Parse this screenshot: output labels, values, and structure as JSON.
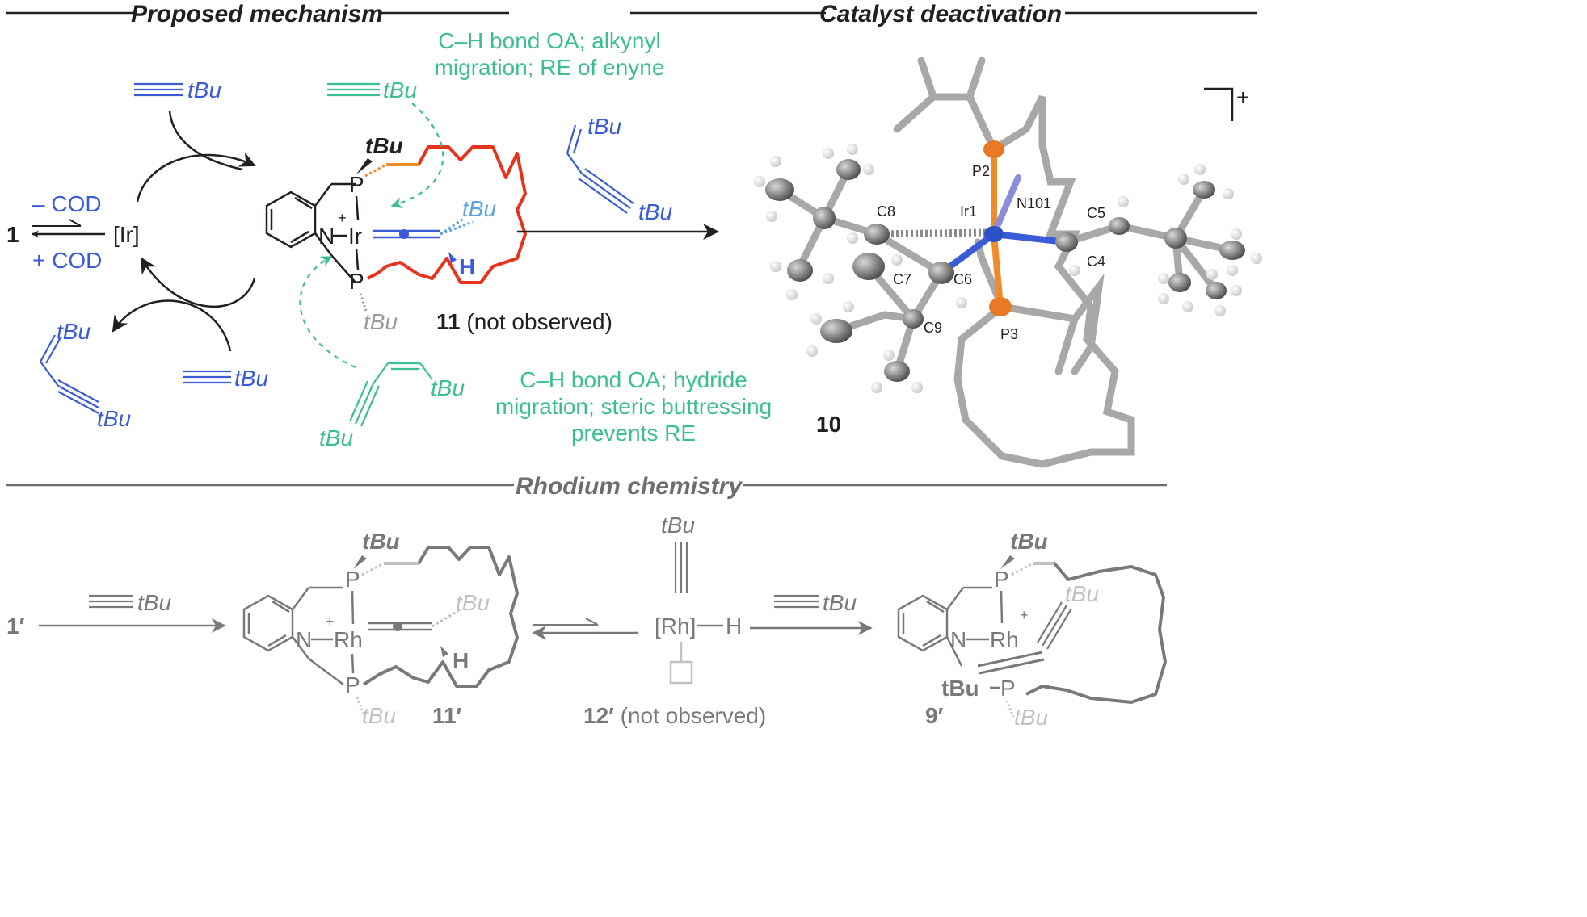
{
  "headers": {
    "proposed_mechanism": "Proposed mechanism",
    "catalyst_deactivation": "Catalyst deactivation",
    "rhodium_chemistry": "Rhodium chemistry"
  },
  "colors": {
    "black": "#231f20",
    "blue": "#3a5bd6",
    "light_blue": "#5aa4e6",
    "teal": "#3cbf8f",
    "red": "#e8331c",
    "orange": "#f08a2b",
    "grey": "#77797b",
    "light_grey": "#c0c1c2",
    "divider": "#6d6e70"
  },
  "cycle": {
    "compound_1": "1",
    "iridium": "[Ir]",
    "minus_cod": "– COD",
    "plus_cod": "+ COD",
    "alkyne_label_top": "tBu",
    "alkyne_label_bottom": "tBu",
    "enyne_label_top": "tBu",
    "enyne_label_bottom": "tBu"
  },
  "intermediate_11": {
    "p_top": "P",
    "p_bottom": "P",
    "n": "N",
    "metal": "Ir",
    "charge": "+",
    "tbu_top": "tBu",
    "tbu_bottom": "tBu",
    "tbu_alkyne": "tBu",
    "hydride": "H",
    "label_number": "11",
    "label_note": "(not observed)",
    "teal_alkyne_tbu": "tBu",
    "teal_enyne_tbu_top": "tBu",
    "teal_enyne_tbu_bottom": "tBu"
  },
  "annotations": {
    "top_line1": "C–H bond OA; alkynyl",
    "top_line2": "migration; RE of enyne",
    "bottom_line1": "C–H bond OA; hydride",
    "bottom_line2": "migration; steric buttressing",
    "bottom_line3": "prevents RE"
  },
  "reagent_arrow": {
    "tbu_top": "tBu",
    "tbu_bottom": "tBu"
  },
  "structure_10": {
    "compound_number": "10",
    "charge": "+",
    "atoms": [
      "P2",
      "C8",
      "Ir1",
      "N101",
      "C5",
      "C4",
      "C7",
      "C6",
      "C9",
      "P3"
    ]
  },
  "rhodium": {
    "compound_1p": "1′",
    "alkyne_tbu_1": "tBu",
    "rh_11": {
      "p_top": "P",
      "p_bottom": "P",
      "n": "N",
      "metal": "Rh",
      "charge": "+",
      "tbu_top": "tBu",
      "tbu_bottom": "tBu",
      "tbu_alkyne": "tBu",
      "hydride": "H",
      "label": "11′"
    },
    "hydride_12": {
      "metal": "[Rh]",
      "h": "H",
      "tbu": "tBu",
      "label_number": "12′",
      "label_note": "(not observed)"
    },
    "alkyne_tbu_2": "tBu",
    "rh_9": {
      "p_top": "P",
      "p_bottom": "P",
      "n": "N",
      "metal": "Rh",
      "charge": "+",
      "tbu_top": "tBu",
      "tbu_bottom": "tBu",
      "tbu_left": "tBu",
      "tbu_alkyne": "tBu",
      "label": "9′"
    }
  }
}
